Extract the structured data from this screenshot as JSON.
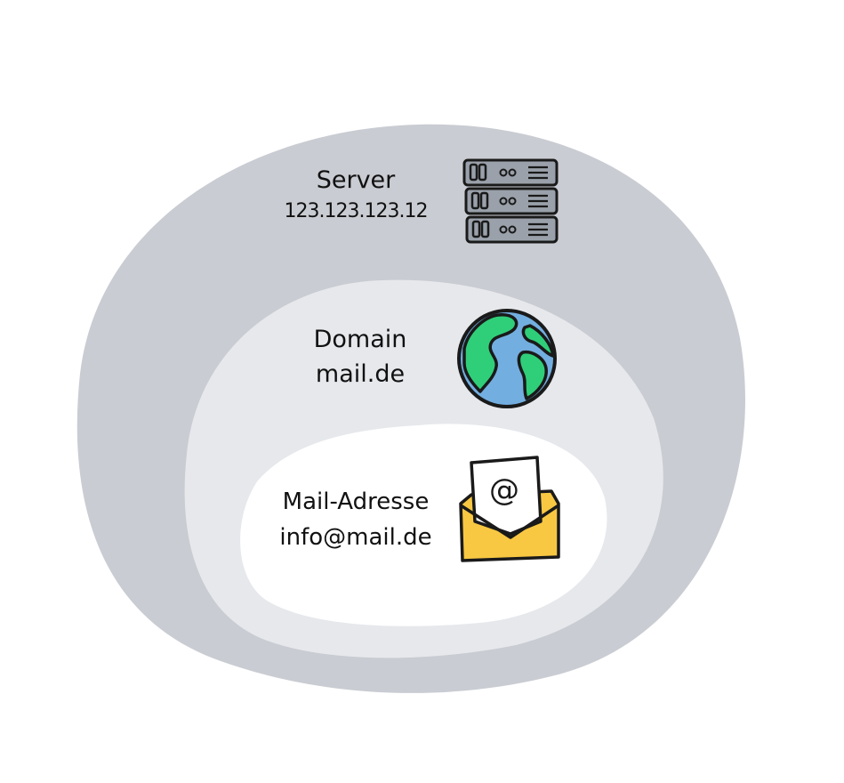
{
  "layers": [
    {
      "id": "server",
      "title": "Server",
      "value": "123.123.123.12",
      "icon": "server-rack-icon",
      "fill": "#c9ccd2"
    },
    {
      "id": "domain",
      "title": "Domain",
      "value": "mail.de",
      "icon": "globe-icon",
      "fill": "#e6e8ec"
    },
    {
      "id": "mail",
      "title": "Mail-Adresse",
      "value": "info@mail.de",
      "icon": "envelope-at-icon",
      "fill": "#ffffff"
    }
  ],
  "colors": {
    "ink": "#1a1a1a",
    "server_metal": "#9aa1aa",
    "ocean": "#73aee0",
    "land": "#2fcf7a",
    "envelope": "#f8c842"
  }
}
